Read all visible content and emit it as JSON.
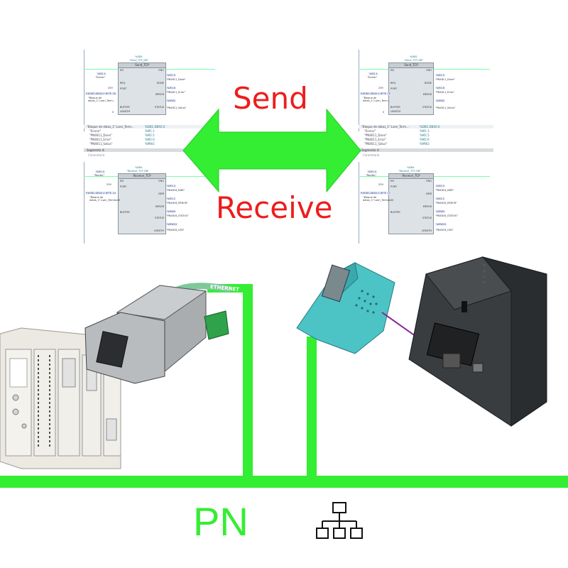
{
  "labels": {
    "send": "Send",
    "receive": "Receive",
    "pn": "PN",
    "connector_brand": "ETHERNET"
  },
  "ladder_left_top": {
    "block_id": "%DB5",
    "instance": "\"Send_TCP_DB\"",
    "title": "Send_TCP",
    "in_pins": [
      "EN",
      "REQ",
      "PORT",
      "BUFFER",
      "LENGTH"
    ],
    "out_pins": [
      "ENO",
      "DONE",
      "ERROR",
      "STATUS"
    ],
    "req_tag": "%M1.1",
    "req_name": "\"Enviar\"",
    "port_val": "259",
    "buffer_addr": "P#DB3.DBX0.0 BYTE 26",
    "buffer_name": "\"Bloque de datos_1\".Lsen_Term...",
    "length_val": "0",
    "done_tag": "%M2.5",
    "done_name": "\"PN4611_Done\"",
    "error_tag": "%M2.6",
    "error_name": "\"PN4611_Error\"",
    "status_tag": "%MW2",
    "status_name": "\"PN4611_Satus\""
  },
  "ladder_left_bottom": {
    "block_id": "%DB4",
    "instance": "\"Receive_TCP_DB\"",
    "title": "Receive_TCP",
    "in_pins": [
      "EN",
      "PORT",
      "BUFFER"
    ],
    "out_pins": [
      "ENO",
      "NDR",
      "ERROR",
      "STATUS",
      "LENGTH"
    ],
    "port_val": "259",
    "enable_tag": "%M1.0",
    "enable_name": "\"Recibir\"",
    "buffer_addr": "P#DB2.DBX0.0 BYTE 24",
    "buffer_name": "\"Bloque de datos_1\".Lsen_Termes00",
    "ndr_tag": "%M2.0",
    "ndr_name": "\"PN4616_NDR\"",
    "error_tag": "%M2.1",
    "error_name": "\"PN4616_ERROR\"",
    "status_tag": "%MW0",
    "status_name": "\"PN4616_STATUS\"",
    "length_tag": "%MW10",
    "length_name": "\"PN4616_LEN\""
  },
  "table_rows": [
    [
      "\"Bloque de datos_1\".Lsen_Term...",
      "%DB1.DBX0.0"
    ],
    [
      "\"Enviar\"",
      "%M1.1"
    ],
    [
      "\"PN4611_Done\"",
      "%M2.5"
    ],
    [
      "\"PN4611_Error\"",
      "%M2.6"
    ],
    [
      "\"PN4611_Satus\"",
      "%MW2"
    ]
  ],
  "segment_label": "Segmento 4:",
  "comment_label": "Comentario",
  "colors": {
    "network_green": "#33ee33",
    "arrow_green": "#33ee33",
    "label_red": "#ee1c1c",
    "adapter_teal": "#4cc4c6",
    "plc_dark": "#3a3d40"
  },
  "icons": [
    "network-topology-icon",
    "double-arrow-icon"
  ]
}
